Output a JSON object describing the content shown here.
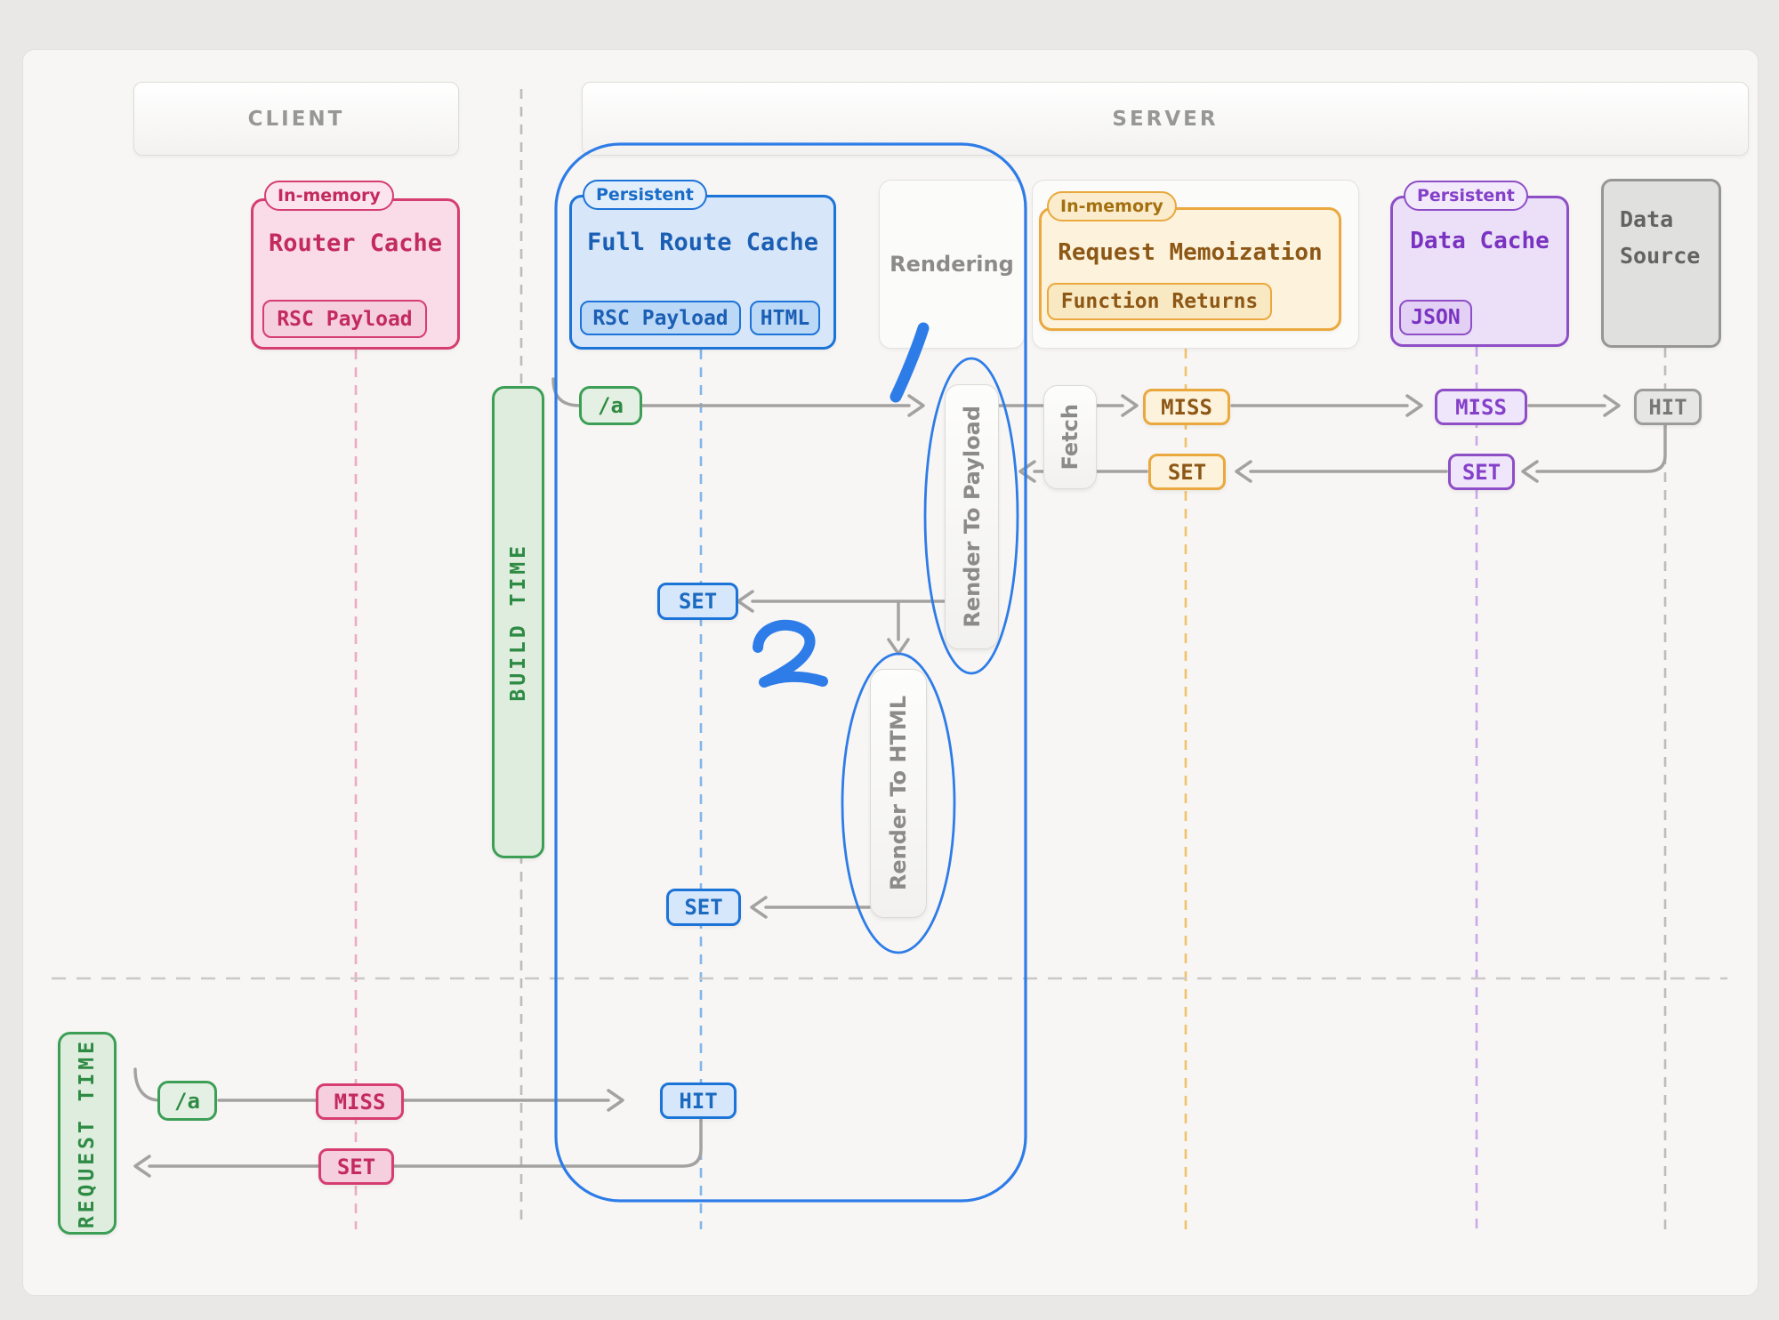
{
  "headers": {
    "client": "CLIENT",
    "server": "SERVER"
  },
  "caches": {
    "router_cache": {
      "tag": "In-memory",
      "title": "Router Cache",
      "chip": "RSC Payload"
    },
    "full_route_cache": {
      "tag": "Persistent",
      "title": "Full Route Cache",
      "chip_rsc": "RSC Payload",
      "chip_html": "HTML"
    },
    "rendering": {
      "title": "Rendering"
    },
    "request_memoization": {
      "tag": "In-memory",
      "title": "Request Memoization",
      "chip": "Function Returns"
    },
    "data_cache": {
      "tag": "Persistent",
      "title": "Data Cache",
      "chip": "JSON"
    },
    "data_source": {
      "line1": "Data",
      "line2": "Source"
    }
  },
  "phases": {
    "build_time": "BUILD TIME",
    "request_time": "REQUEST TIME"
  },
  "activities": {
    "render_to_payload": "Render To Payload",
    "fetch": "Fetch",
    "render_to_html": "Render To HTML"
  },
  "build_flow": {
    "route": "/a",
    "memo_miss": "MISS",
    "memo_set": "SET",
    "data_cache_miss": "MISS",
    "data_cache_set": "SET",
    "data_source_hit": "HIT",
    "full_route_set_payload": "SET",
    "full_route_set_html": "SET"
  },
  "request_flow": {
    "route": "/a",
    "router_miss": "MISS",
    "router_set": "SET",
    "full_route_hit": "HIT"
  },
  "annotations": {
    "step_1": "1",
    "step_2": "2"
  },
  "colors": {
    "client_pink": "#d63d71",
    "server_blue": "#1c73d8",
    "memo_orange": "#eaa83e",
    "data_purple": "#8e4ec6",
    "source_gray": "#969694",
    "time_green": "#3d9e56",
    "ink_blue": "#2e7ce8",
    "arrow_gray": "#a3a2a0"
  }
}
